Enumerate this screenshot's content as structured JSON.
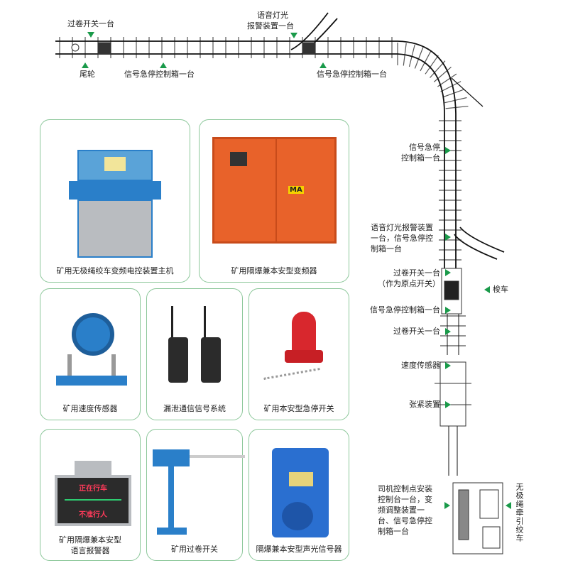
{
  "track_labels": {
    "top_overwind": "过卷开关一台",
    "tail_wheel": "尾轮",
    "top_signal_1": "信号急停控制箱一台",
    "top_alarm_l1": "语音灯光",
    "top_alarm_l2": "报警装置一台",
    "top_signal_2": "信号急停控制箱一台",
    "right_signal_l1": "信号急停",
    "right_signal_l2": "控制箱一台",
    "right_alarm_l1": "语音灯光报警装置",
    "right_alarm_l2": "一台，信号急停控",
    "right_alarm_l3": "制箱一台",
    "origin_switch_l1": "过卷开关一台",
    "origin_switch_l2": "（作为原点开关）",
    "shuttle": "梭车",
    "right_signal_3": "信号急停控制箱一台",
    "right_overwind": "过卷开关一台",
    "speed_sensor": "速度传感器",
    "tensioner": "张紧装置",
    "driver_l1": "司机控制点安装",
    "driver_l2": "控制台一台，变",
    "driver_l3": "频调整装置一",
    "driver_l4": "台、信号急停控",
    "driver_l5": "制箱一台",
    "winch": "无极绳牵引绞车"
  },
  "products": [
    {
      "caption": "矿用无极绳绞车变频电控装置主机"
    },
    {
      "caption": "矿用隔爆兼本安型变频器",
      "badge": "MA"
    },
    {
      "caption": "矿用速度传感器"
    },
    {
      "caption": "漏泄通信信号系统"
    },
    {
      "caption": "矿用本安型急停开关"
    },
    {
      "caption_l1": "矿用隔爆兼本安型",
      "caption_l2": "语言报警器",
      "sign_top": "正在行车",
      "sign_bottom": "不准行人"
    },
    {
      "caption": "矿用过卷开关"
    },
    {
      "caption": "隔爆兼本安型声光信号器"
    }
  ],
  "colors": {
    "accent": "#1a9a4a",
    "card_border": "#8cc79a",
    "device_blue": "#2a7fc9",
    "device_orange": "#e8622a"
  }
}
